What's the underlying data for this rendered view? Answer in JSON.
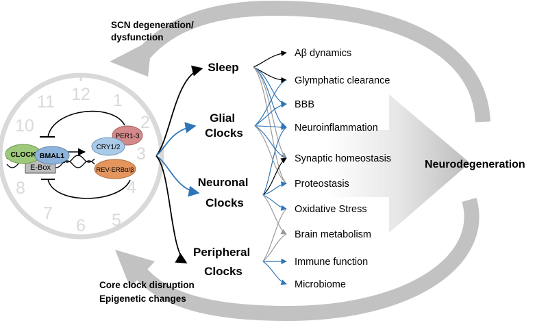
{
  "arrows": {
    "top_feedback": [
      "SCN degeneration/",
      "dysfunction"
    ],
    "bottom_feedback": [
      "Core clock disruption",
      "Epigenetic changes"
    ]
  },
  "clock": {
    "numerals": [
      "12",
      "11",
      "10",
      "1",
      "2",
      "3",
      "4",
      "5",
      "6",
      "7",
      "8"
    ],
    "molecules": {
      "clock": "CLOCK",
      "bmal1": "BMAL1",
      "ebox": "E-Box",
      "cry": "CRY1/2",
      "per": "PER1-3",
      "reverb": "REV-ERBα/β"
    }
  },
  "clock_types": [
    "Sleep",
    [
      "Glial",
      "Clocks"
    ],
    [
      "Neuronal",
      "Clocks"
    ],
    [
      "Peripheral",
      "Clocks"
    ]
  ],
  "processes": [
    "Aβ dynamics",
    "Glymphatic clearance",
    "BBB",
    "Neuroinflammation",
    "Synaptic homeostasis",
    "Proteostasis",
    "Oxidative Stress",
    "Brain metabolism",
    "Immune function",
    "Microbiome"
  ],
  "outcome": "Neurodegeneration",
  "colors": {
    "gray_arrow": "#c2c2c2",
    "clock_face": "#d9d9d9",
    "blue": "#2e75b6",
    "black": "#000000",
    "clock_pill": "#9ec97a",
    "bmal1_pill": "#8fb4dc",
    "cry_pill": "#a9cbe8",
    "per_pill": "#d48a8a",
    "reverb_pill": "#e3955d"
  }
}
